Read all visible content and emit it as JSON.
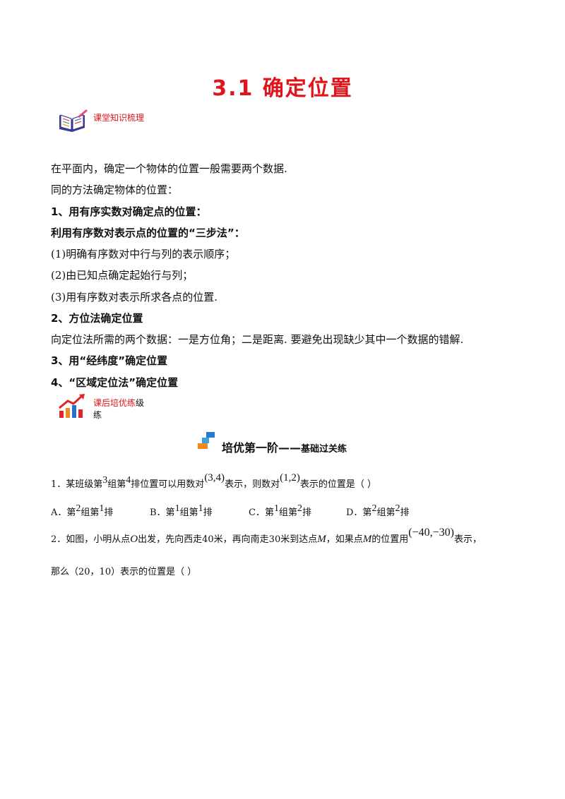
{
  "title": "3.1  确定位置",
  "section1": {
    "label": "课堂知识梳理"
  },
  "content": {
    "l1": "在平面内，确定一个物体的位置一般需要两个数据.",
    "l2": "同的方法确定物体的位置：",
    "h1": "1、用有序实数对确定点的位置：",
    "h1b": "利用有序数对表示点的位置的“三步法”：",
    "s1": "(1)明确有序数对中行与列的表示顺序；",
    "s2": "(2)由已知点确定起始行与列；",
    "s3": "(3)用有序数对表示所求各点的位置.",
    "h2": "2、方位法确定位置",
    "p2": "向定位法所需的两个数据：一是方位角；二是距离. 要避免出现缺少其中一个数据的错解.",
    "h3": "3、用“经纬度”确定位置",
    "h4": "4、“区域定位法”确定位置"
  },
  "section2": {
    "label_red": "课后培优练",
    "label_black1": "级",
    "label_black2": "练"
  },
  "banner": {
    "main": "培优第一阶",
    "dash": "——",
    "sub": "基础过关练"
  },
  "q1": {
    "t1": "1．某班级第",
    "n1": "3",
    "t2": "组第",
    "n2": "4",
    "t3": "排位置可以用数对",
    "pair1": "(3,4)",
    "t4": "表示，则数对",
    "pair2": "(1,2)",
    "t5": "表示的位置是（      ）",
    "options": [
      {
        "pre": "A．第",
        "a": "2",
        "mid": "组第",
        "b": "1",
        "post": "排"
      },
      {
        "pre": "B．第",
        "a": "1",
        "mid": "组第",
        "b": "1",
        "post": "排"
      },
      {
        "pre": "C．第",
        "a": "1",
        "mid": "组第",
        "b": "2",
        "post": "排"
      },
      {
        "pre": "D．第",
        "a": "2",
        "mid": "组第",
        "b": "2",
        "post": "排"
      }
    ]
  },
  "q2": {
    "t1": "2．如图，小明从点",
    "o": "O",
    "t2": "出发，先向西走40米，再向南走30米到达点",
    "m1": "M",
    "t3": "，如果点",
    "m2": "M",
    "t4": "的位置用",
    "pair": "(−40,−30)",
    "t5": "表示，",
    "line2": "那么（20，10）表示的位置是（      ）"
  }
}
